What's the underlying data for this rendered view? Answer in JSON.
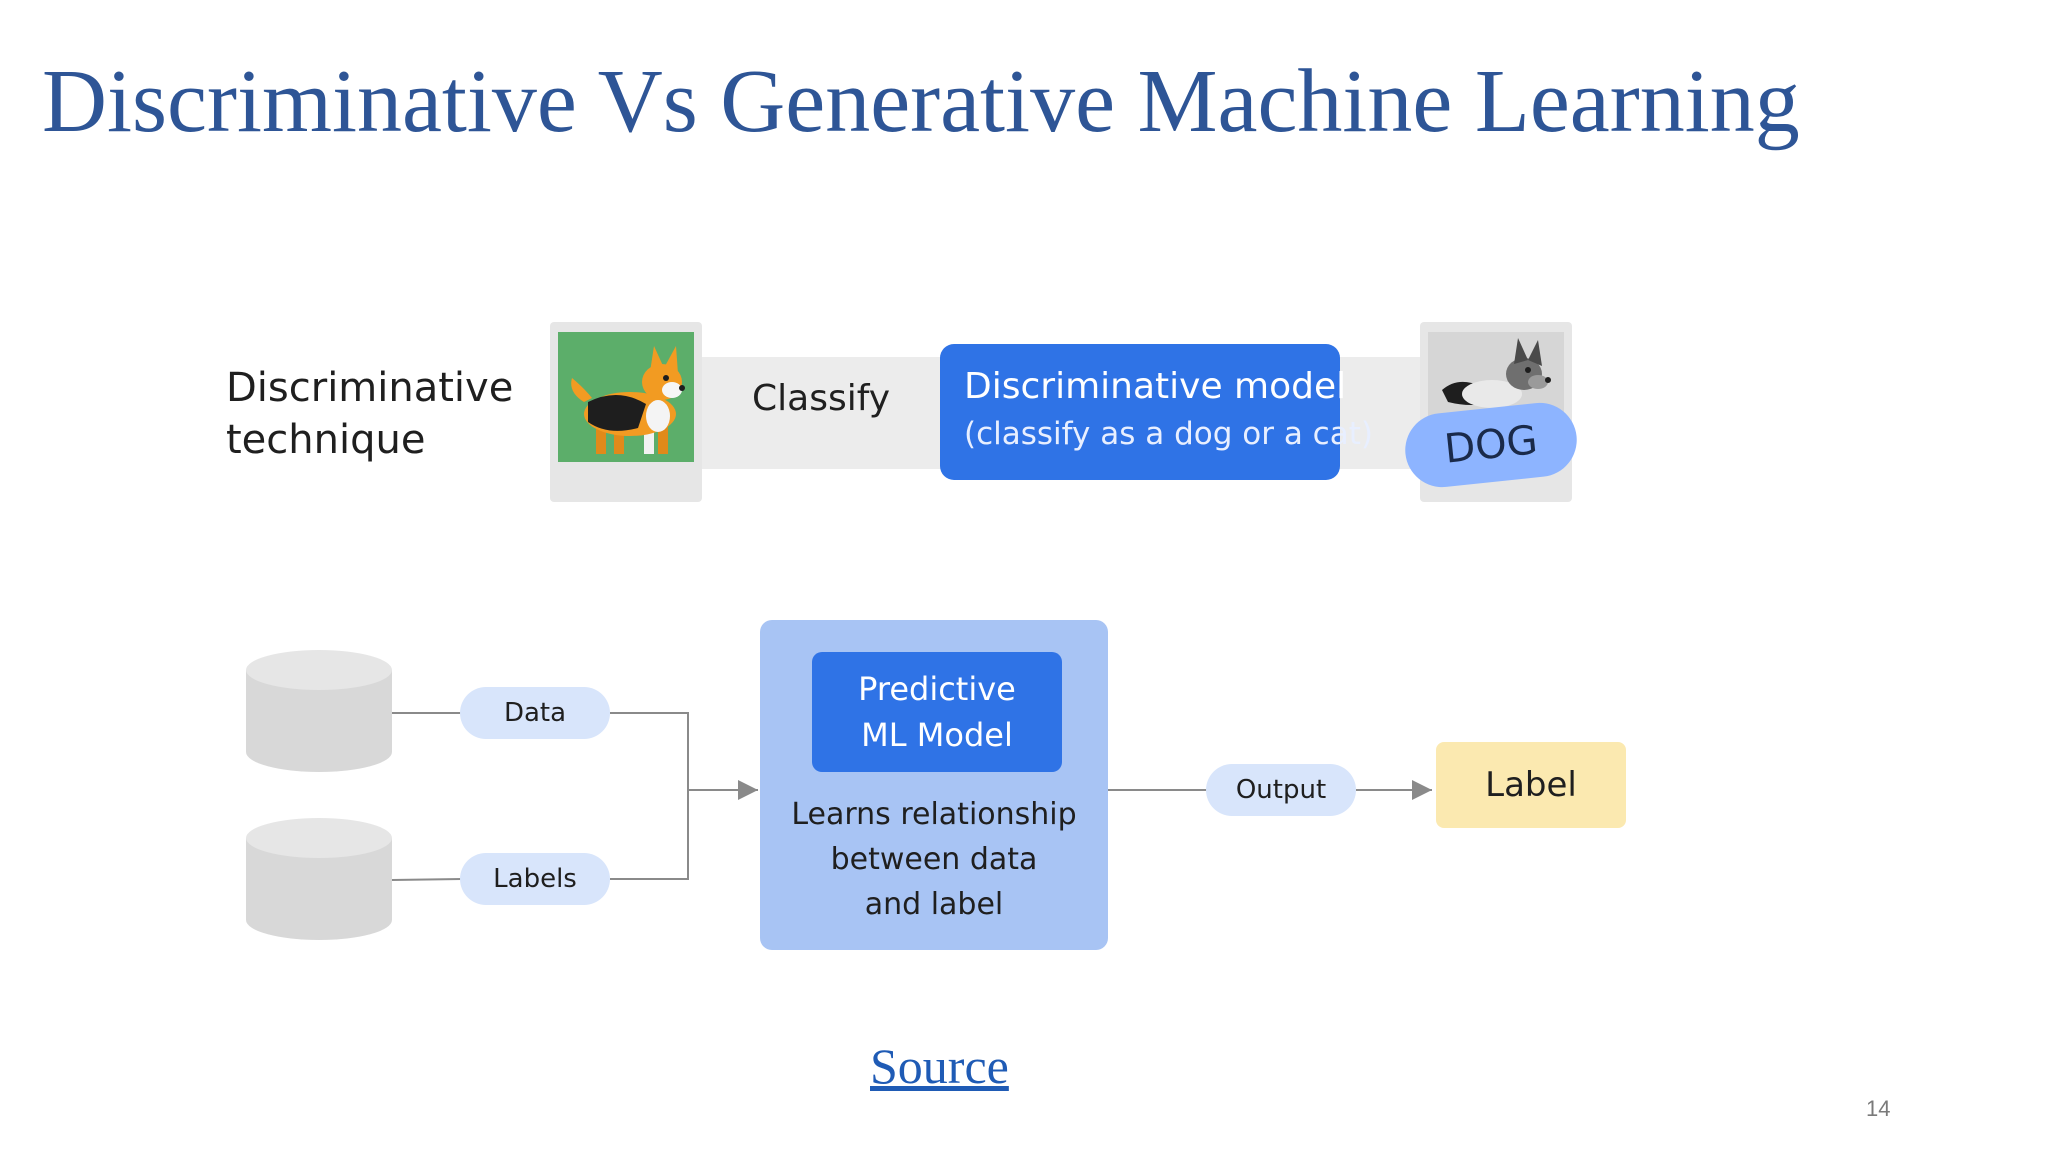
{
  "slide": {
    "title": "Discriminative Vs Generative Machine Learning",
    "page_number": "14",
    "source_link": "Source"
  },
  "top_row": {
    "technique_label_line1": "Discriminative",
    "technique_label_line2": "technique",
    "arrow_label": "Classify",
    "model_line1": "Discriminative model",
    "model_line2": "(classify as a dog or a cat)",
    "result_badge": "DOG"
  },
  "bottom_row": {
    "input1_label": "Data",
    "input2_label": "Labels",
    "model_line1": "Predictive",
    "model_line2": "ML Model",
    "description_line1": "Learns relationship",
    "description_line2": "between data",
    "description_line3": "and label",
    "output_label": "Output",
    "result_label": "Label"
  },
  "colors": {
    "title": "#2e5596",
    "model_blue": "#2f73e6",
    "light_blue_box": "#a8c4f4",
    "pill_blue": "#d8e5fb",
    "label_yellow": "#fbe9b0",
    "badge_blue": "#8db4ff",
    "link": "#1f5bb5"
  },
  "icons": {
    "input_photo": "corgi-dog-illustration",
    "output_photo": "gray-dog-illustration",
    "datastore": "database-cylinder-icon"
  }
}
